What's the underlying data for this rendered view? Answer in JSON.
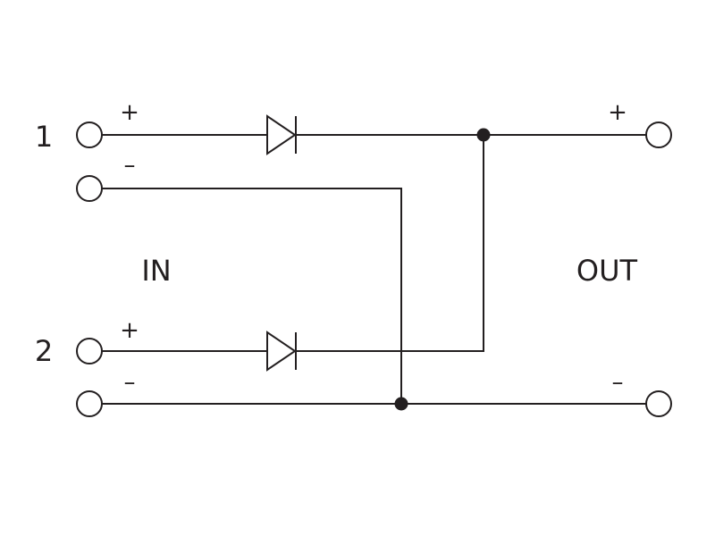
{
  "input": {
    "label": "IN",
    "channel_1": {
      "number": "1",
      "plus": "+",
      "minus": "–"
    },
    "channel_2": {
      "number": "2",
      "plus": "+",
      "minus": "–"
    }
  },
  "output": {
    "label": "OUT",
    "plus": "+",
    "minus": "–"
  },
  "colors": {
    "line": "#231f20",
    "background": "#ffffff"
  }
}
